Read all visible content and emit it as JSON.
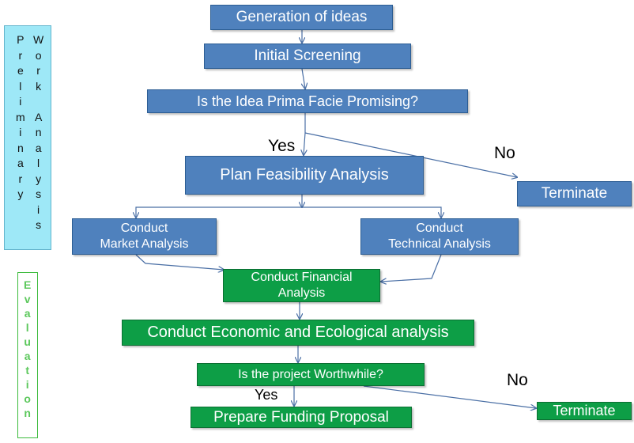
{
  "side_labels": {
    "preliminary": "Preliminary",
    "work_analysis": "Work Analysis",
    "evaluation": "Evaluation"
  },
  "boxes": {
    "generation": "Generation of ideas",
    "screening": "Initial Screening",
    "prima_facie": "Is the Idea Prima Facie  Promising?",
    "plan_feasibility": "Plan Feasibility Analysis",
    "terminate_1": "Terminate",
    "market_line1": "Conduct",
    "market_line2": "Market Analysis",
    "technical_line1": "Conduct",
    "technical_line2": "Technical Analysis",
    "financial_line1": "Conduct  Financial",
    "financial_line2": "Analysis",
    "economic": "Conduct Economic and Ecological analysis",
    "worthwhile": "Is the project Worthwhile?",
    "funding": "Prepare Funding Proposal",
    "terminate_2": "Terminate"
  },
  "labels": {
    "yes_1": "Yes",
    "no_1": "No",
    "yes_2": "Yes",
    "no_2": "No"
  },
  "colors": {
    "box_blue": "#4f81bd",
    "box_green": "#0d9e46",
    "arrow": "#4a6fa5",
    "sidebar_blue": "#9ee8f7",
    "sidebar_green_text": "#5cc85c"
  }
}
